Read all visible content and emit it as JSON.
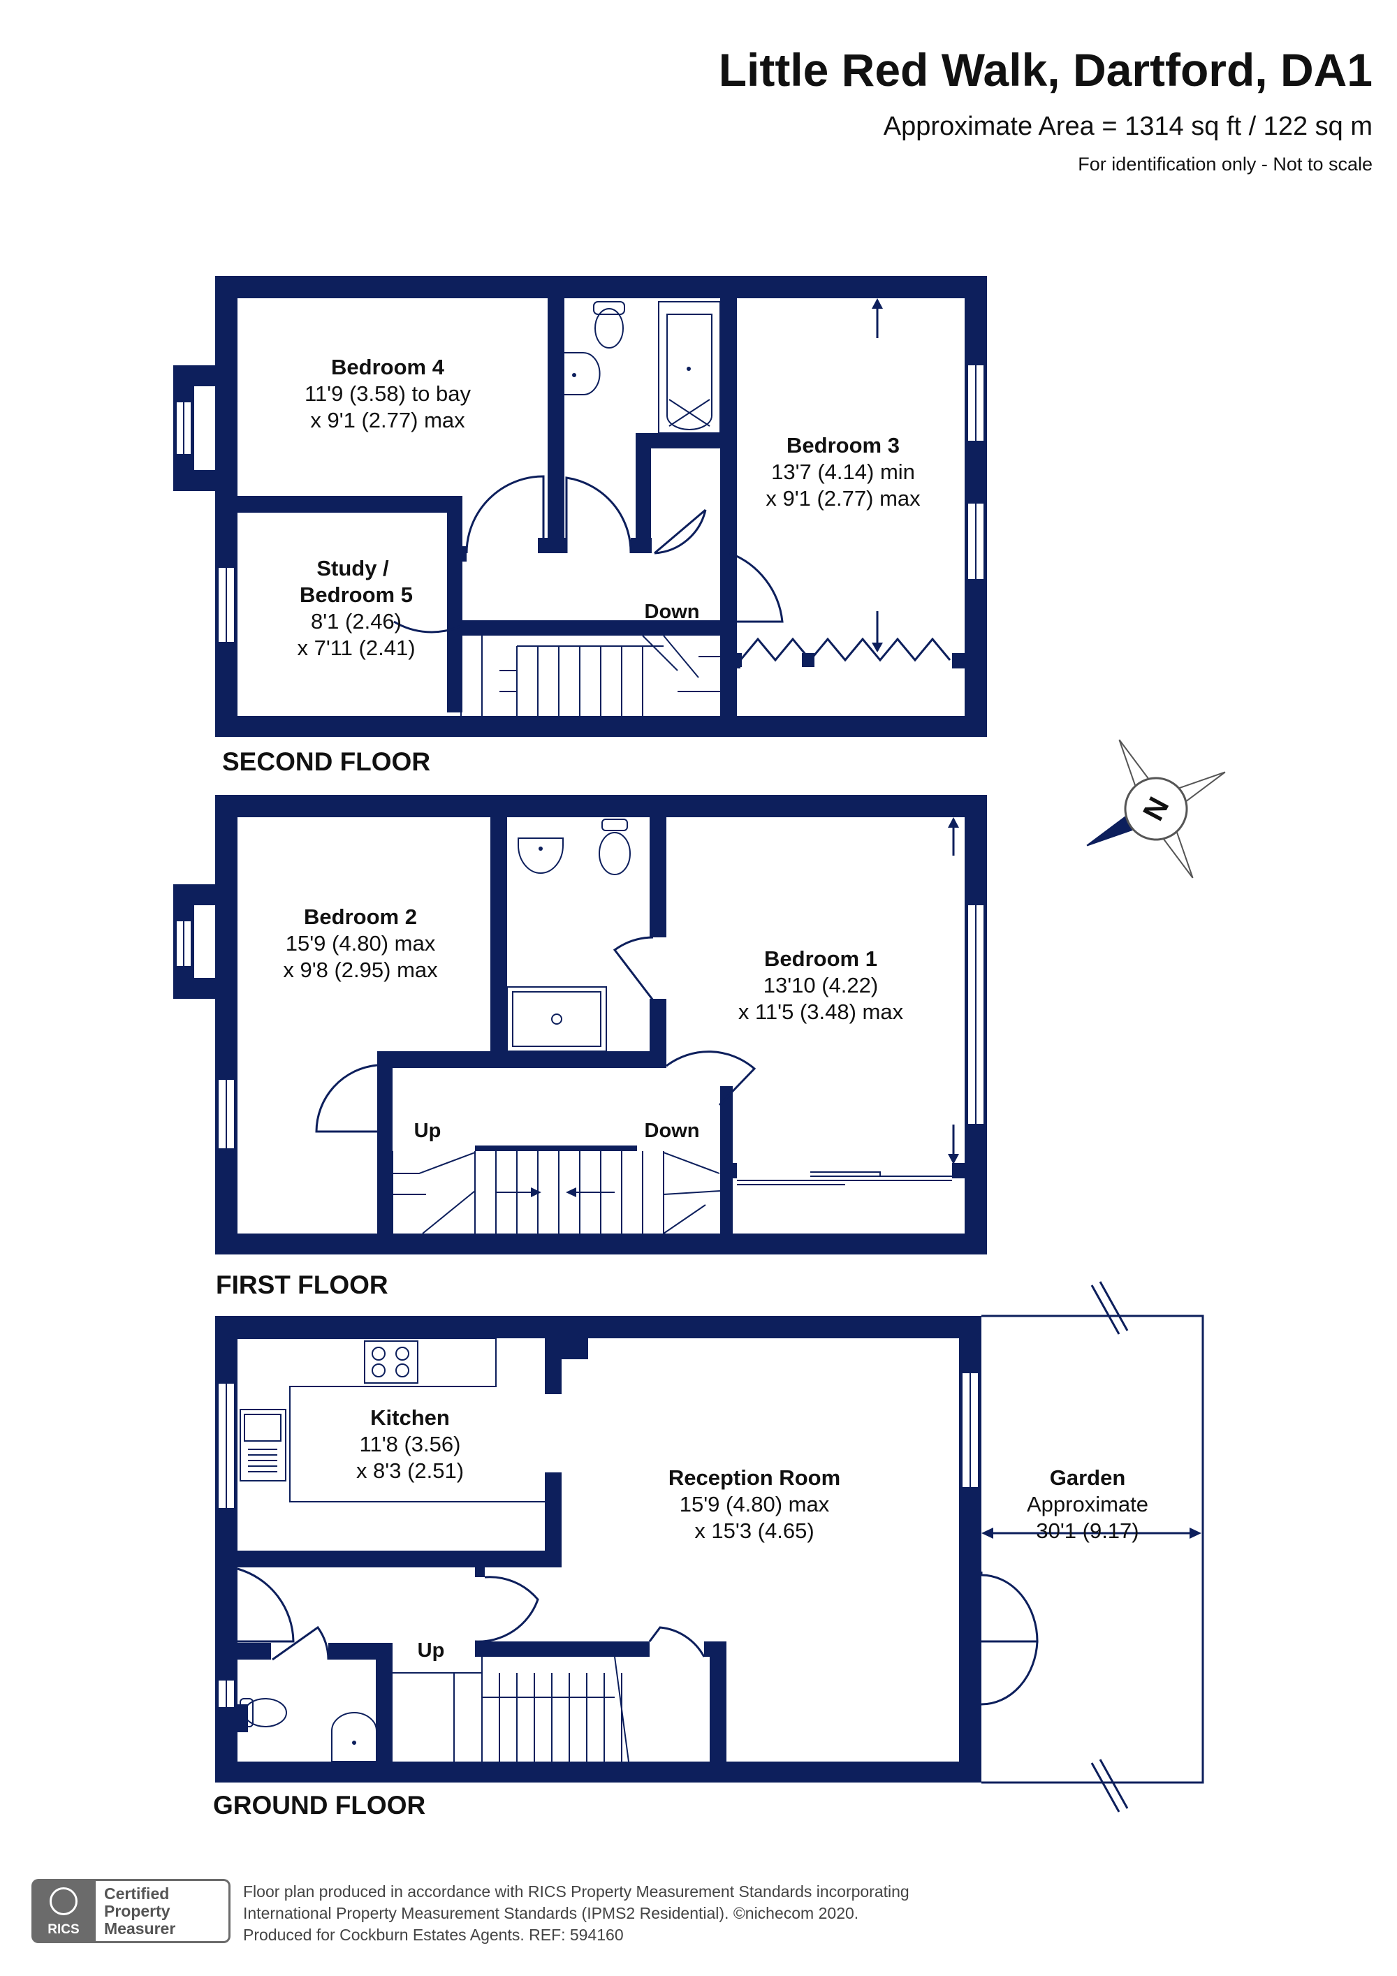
{
  "header": {
    "title": "Little Red Walk, Dartford, DA1",
    "area": "Approximate Area = 1314 sq ft / 122 sq m",
    "note": "For identification only - Not to scale"
  },
  "floors": {
    "second": {
      "label": "SECOND FLOOR",
      "rooms": {
        "bedroom4": {
          "name": "Bedroom 4",
          "dim1": "11'9 (3.58) to bay",
          "dim2": "x 9'1 (2.77) max"
        },
        "study": {
          "name1": "Study /",
          "name2": "Bedroom 5",
          "dim1": "8'1 (2.46)",
          "dim2": "x 7'11 (2.41)"
        },
        "bedroom3": {
          "name": "Bedroom 3",
          "dim1": "13'7 (4.14) min",
          "dim2": "x 9'1 (2.77) max"
        }
      },
      "stairs_label": "Down"
    },
    "first": {
      "label": "FIRST FLOOR",
      "rooms": {
        "bedroom2": {
          "name": "Bedroom 2",
          "dim1": "15'9 (4.80) max",
          "dim2": "x 9'8 (2.95) max"
        },
        "bedroom1": {
          "name": "Bedroom 1",
          "dim1": "13'10 (4.22)",
          "dim2": "x 11'5 (3.48) max"
        }
      },
      "up_label": "Up",
      "down_label": "Down"
    },
    "ground": {
      "label": "GROUND FLOOR",
      "rooms": {
        "kitchen": {
          "name": "Kitchen",
          "dim1": "11'8 (3.56)",
          "dim2": "x 8'3 (2.51)"
        },
        "reception": {
          "name": "Reception Room",
          "dim1": "15'9 (4.80) max",
          "dim2": "x 15'3 (4.65)"
        },
        "garden": {
          "name": "Garden",
          "dim1": "Approximate",
          "dim2": "30'1 (9.17)"
        }
      },
      "up_label": "Up"
    }
  },
  "compass": {
    "letter": "N",
    "icon": "north-arrow-icon"
  },
  "footer": {
    "line1": "Floor plan produced in accordance with RICS Property Measurement Standards incorporating",
    "line2": "International Property Measurement Standards (IPMS2 Residential).   ©nichecom 2020.",
    "line3": "Produced for Cockburn Estates Agents.   REF:   594160",
    "badge_org": "RICS",
    "badge_line1": "Certified",
    "badge_line2": "Property",
    "badge_line3": "Measurer"
  },
  "colors": {
    "wall": "#0d1f5c",
    "text": "#111111"
  }
}
